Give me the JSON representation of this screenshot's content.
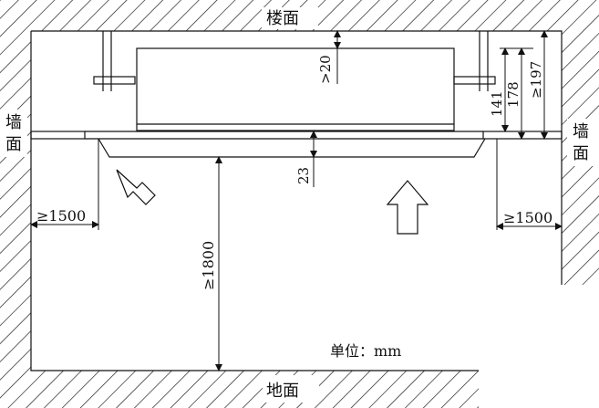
{
  "labels": {
    "ceiling": "楼面",
    "floor": "地面",
    "wall_left_1": "墙",
    "wall_left_2": "面",
    "wall_right_1": "墙",
    "wall_right_2": "面",
    "unit": "单位：mm"
  },
  "dimensions": {
    "top_gap": ">20",
    "d141": "141",
    "d178": "178",
    "d197": "≥197",
    "d23": "23",
    "d1800": "≥1800",
    "left_clear": "≥1500",
    "right_clear": "≥1500"
  }
}
